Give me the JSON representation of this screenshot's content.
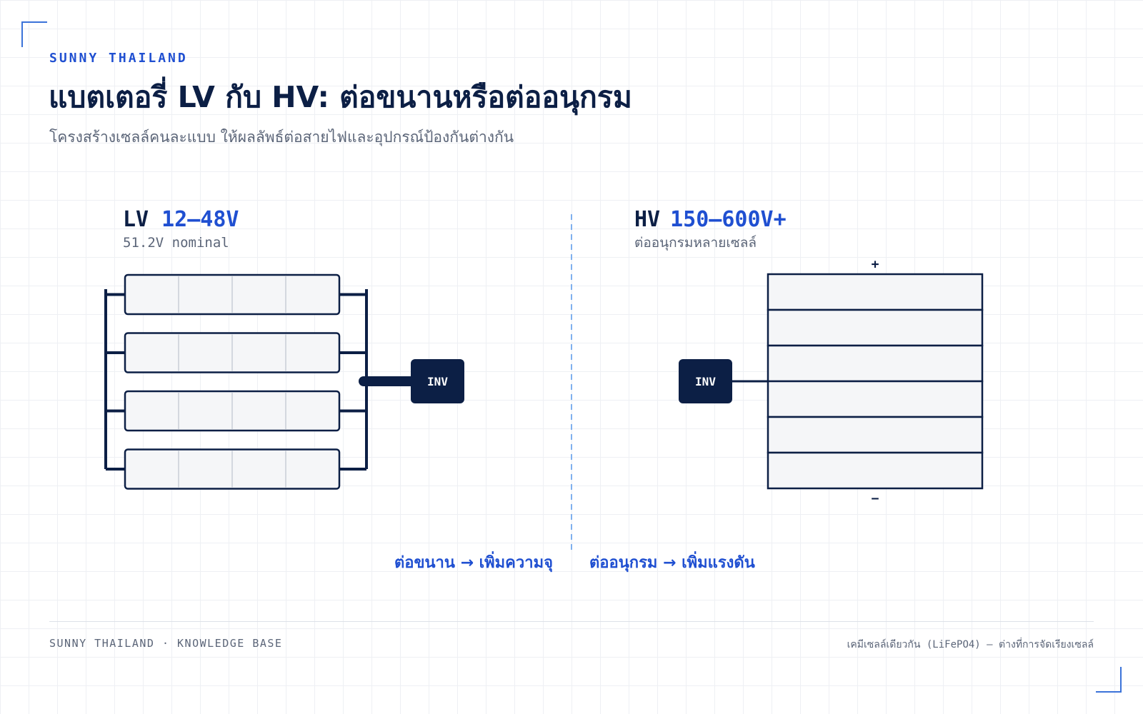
{
  "brand": "SUNNY THAILAND",
  "title": "แบตเตอรี่ LV กับ HV: ต่อขนานหรือต่ออนุกรม",
  "subtitle": "โครงสร้างเซลล์คนละแบบ ให้ผลลัพธ์ต่อสายไฟและอุปกรณ์ป้องกันต่างกัน",
  "lv": {
    "label": "LV",
    "range": "12–48V",
    "sub": "51.2V nominal",
    "modules": 4,
    "cells_per_module": 4,
    "inverter": "INV",
    "caption": "ต่อขนาน → เพิ่มความจุ"
  },
  "hv": {
    "label": "HV",
    "range": "150–600V+",
    "sub": "ต่ออนุกรมหลายเซลล์",
    "modules": 6,
    "plus": "+",
    "minus": "−",
    "inverter": "INV",
    "caption": "ต่ออนุกรม → เพิ่มแรงดัน"
  },
  "footer": {
    "left": "SUNNY THAILAND · KNOWLEDGE BASE",
    "right": "เคมีเซลล์เดียวกัน (LiFePO4) — ต่างที่การจัดเรียงเซลล์"
  },
  "colors": {
    "navy": "#0c1f45",
    "accent": "#1f4fd1",
    "cell_fill": "#f5f6f8",
    "divider": "#7fb0ee",
    "muted": "#5b6578"
  }
}
